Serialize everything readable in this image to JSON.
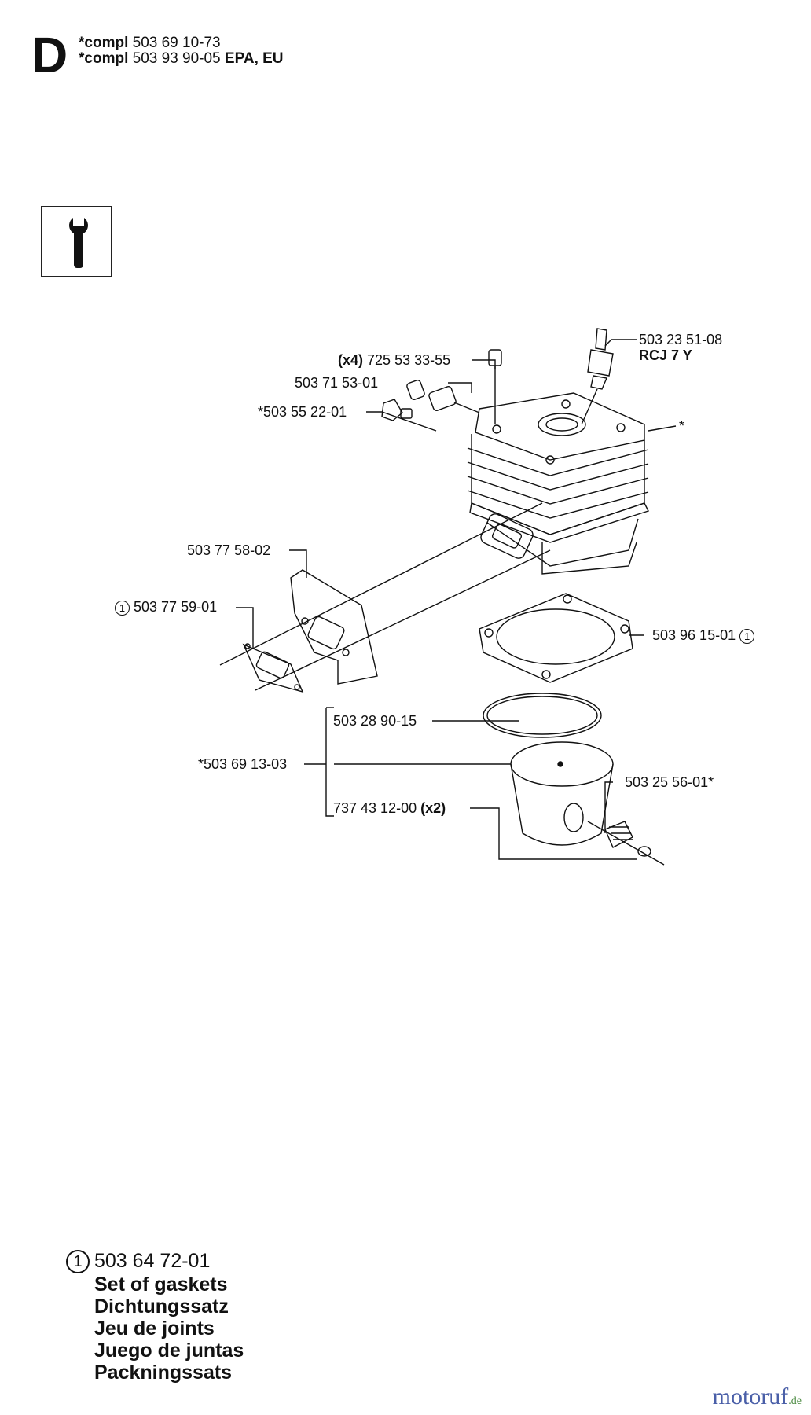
{
  "header": {
    "section": "D",
    "compl_word": "*compl",
    "compl_1": "503 69 10-73",
    "compl_2": "503 93 90-05",
    "compl_2_suffix": "EPA, EU"
  },
  "tool_icon": "wrench-screwdriver-icon",
  "labels": {
    "screw_qty": "(x4)",
    "screw": "725 53 33-55",
    "decomp_valve": "503 71 53-01",
    "plug": "*503 55 22-01",
    "spark_plug": "503 23 51-08",
    "spark_plug_type": "RCJ 7 Y",
    "cylinder": "*",
    "exhaust_plate": "503 77 58-02",
    "circle_num": "1",
    "exhaust_gasket": "503 77 59-01",
    "base_gasket": "503 96 15-01",
    "ring": "503 28 90-15",
    "piston_kit": "*503 69 13-03",
    "circlip": "737 43 12-00",
    "circlip_qty": "(x2)",
    "needle_bearing": "503 25 56-01*"
  },
  "legend": {
    "circle_num": "1",
    "part_no": "503 64 72-01",
    "names": [
      "Set of gaskets",
      "Dichtungssatz",
      "Jeu de joints",
      "Juego de juntas",
      "Packningssats"
    ]
  },
  "watermark": {
    "brand": "motoruf",
    "tld": ".de"
  }
}
